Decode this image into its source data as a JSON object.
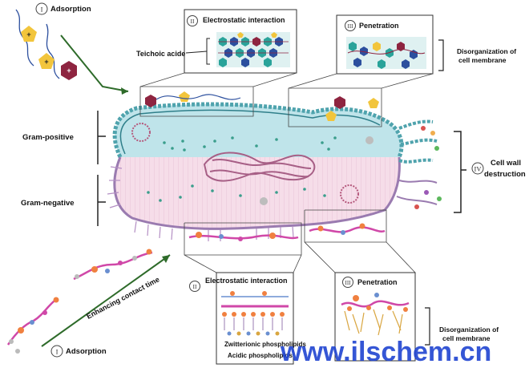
{
  "labels": {
    "adsorption_top": "Adsorption",
    "electrostatic_top": "Electrostatic interaction",
    "penetration_top": "Penetration",
    "disorganization_top_line1": "Disorganization of",
    "disorganization_top_line2": "cell membrane",
    "teichoic_acide": "Teichoic acide",
    "gram_positive": "Gram-positive",
    "gram_negative": "Gram-negative",
    "cell_wall_line1": "Cell wall",
    "cell_wall_line2": "destruction",
    "enhancing_contact": "Enhancing contact time",
    "electrostatic_bottom": "Electrostatic interaction",
    "zwitterionic": "Zwitterionic phospholipids",
    "acidic": "Acidic phospholipids",
    "penetration_bottom": "Penetration",
    "disorganization_bottom_line1": "Disorganization of",
    "disorganization_bottom_line2": "cell membrane",
    "adsorption_bottom": "Adsorption"
  },
  "step_numbers": {
    "one_top": "I",
    "two_top": "II",
    "three_top": "III",
    "four": "IV",
    "two_bottom": "II",
    "three_bottom": "III",
    "one_bottom": "I"
  },
  "watermark": "www.ilschem.cn",
  "colors": {
    "gram_positive_fill": "#bfe4ea",
    "gram_negative_fill": "#f6dde9",
    "membrane_teal": "#4fa3ad",
    "membrane_purple": "#9a7bb0",
    "hexagon_red": "#8e2440",
    "pentagon_yellow": "#f2c53c",
    "hexagon_teal": "#2aa39a",
    "hexagon_blue": "#2c4f9e",
    "arrow_green": "#2e6b2a",
    "watermark_blue": "#1f44d0"
  }
}
